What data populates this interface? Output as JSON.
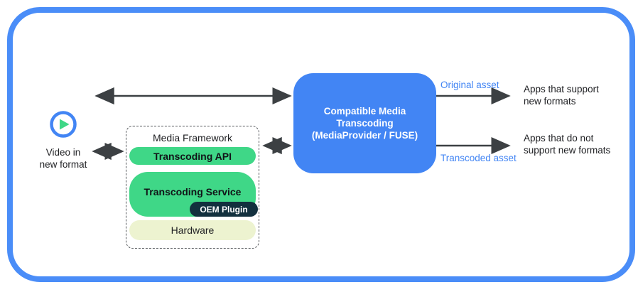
{
  "colors": {
    "brand_blue": "#4285F4",
    "frame_blue": "#4A8DF8",
    "android_green": "#3FD787",
    "oem_navy": "#12303E",
    "hardware_cream": "#EDF3D0",
    "arrow_gray": "#3C4043",
    "text_dark": "#202124",
    "asset_label_blue": "#4285F4"
  },
  "source": {
    "icon": "play-icon",
    "label": "Video in\nnew format"
  },
  "media_framework": {
    "title": "Media Framework",
    "layers": [
      {
        "label": "Transcoding API"
      },
      {
        "label": "Transcoding Service",
        "plugin": "OEM Plugin"
      },
      {
        "label": "Hardware"
      }
    ]
  },
  "transcoder": {
    "label": "Compatible Media\nTranscoding\n(MediaProvider / FUSE)"
  },
  "outputs": [
    {
      "asset_label": "Original asset",
      "target": "Apps that support\nnew formats"
    },
    {
      "asset_label": "Transcoded asset",
      "target": "Apps that do not\nsupport new formats"
    }
  ]
}
